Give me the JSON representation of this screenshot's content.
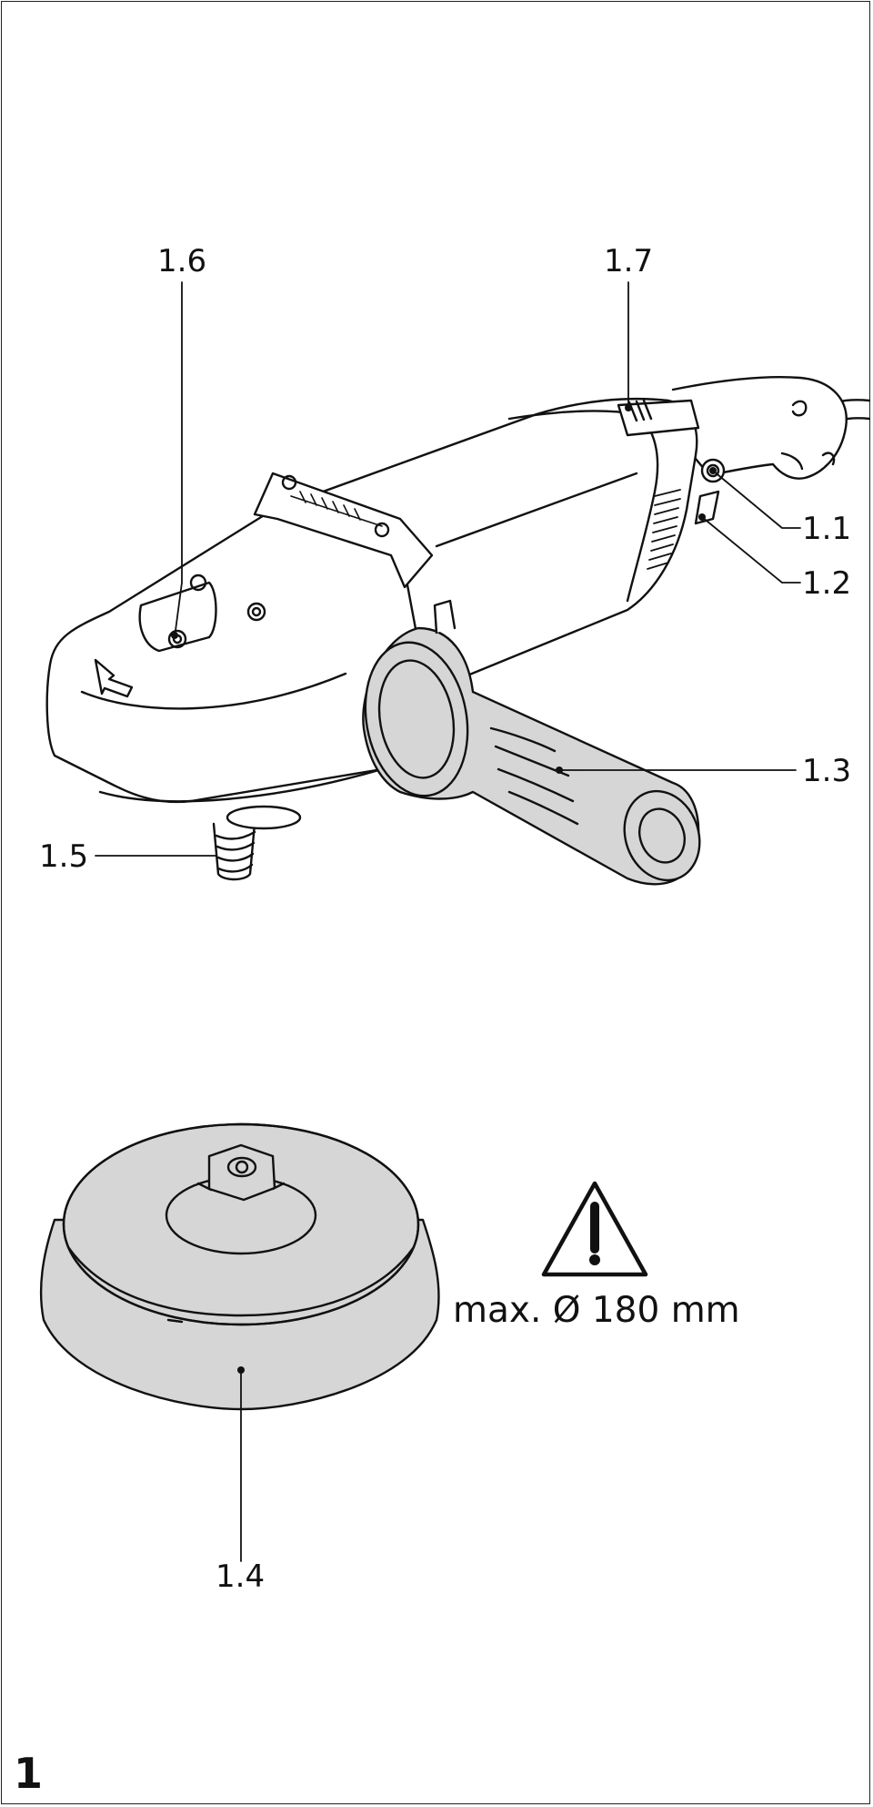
{
  "figure_number": "1",
  "callouts": {
    "c1_1": "1.1",
    "c1_2": "1.2",
    "c1_3": "1.3",
    "c1_4": "1.4",
    "c1_5": "1.5",
    "c1_6": "1.6",
    "c1_7": "1.7"
  },
  "warning": {
    "icon": "warning-triangle-icon",
    "caption": "max. Ø 180 mm"
  },
  "colors": {
    "line": "#111111",
    "part_fill": "#d6d6d6",
    "body_fill": "#ffffff"
  }
}
